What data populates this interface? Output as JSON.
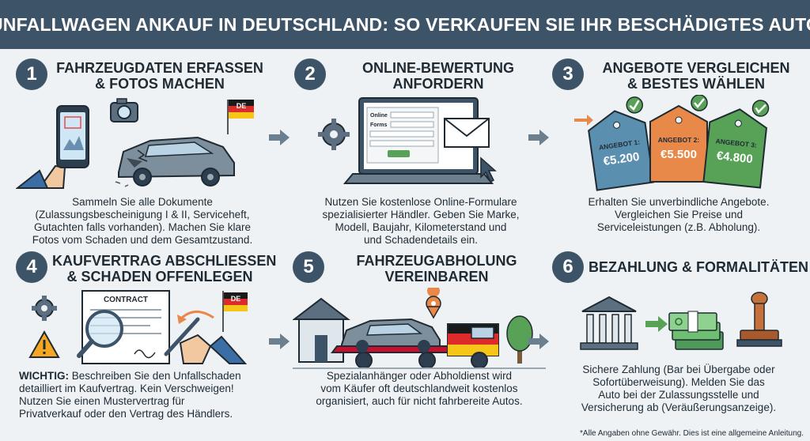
{
  "header": {
    "title": "‘UNFALLWAGEN ANKAUF IN DEUTSCHLAND: SO VERKAUFEN SIE IHR BESCHÄDIGTES AUTO’"
  },
  "steps": [
    {
      "number": "1",
      "title": [
        "FAHRZEUGDATEN ERFASSEN",
        "& FOTOS MACHEN"
      ],
      "desc": [
        "Sammeln Sie alle Dokumente",
        "(Zulassungsbescheinigung I & II, Serviceheft,",
        "Gutachten falls vorhanden). Machen Sie klare",
        "Fotos vom Schaden und dem Gesamtzustand."
      ],
      "flag_label": "DE"
    },
    {
      "number": "2",
      "title": [
        "ONLINE-BEWERTUNG",
        "ANFORDERN"
      ],
      "desc": [
        "Nutzen Sie kostenlose Online-Formulare",
        "spezialisierter Händler. Geben Sie Marke,",
        "Modell, Baujahr, Kilometerstand und",
        "und Schadendetails ein."
      ],
      "form_label_1": "Online",
      "form_label_2": "Forms"
    },
    {
      "number": "3",
      "title": [
        "ANGEBOTE VERGLEICHEN",
        "& BESTES WÄHLEN"
      ],
      "desc": [
        "Erhalten Sie unverbindliche Angebote.",
        "Vergleichen Sie Preise und",
        "Serviceleistungen (z.B. Abholung)."
      ],
      "tags": [
        {
          "label": "ANGEBOT 1:",
          "price": "€5.200",
          "color": "#5b8fb0"
        },
        {
          "label": "ANGEBOT 2:",
          "price": "€5.500",
          "color": "#e8894a"
        },
        {
          "label": "ANGEBOT 3:",
          "price": "€4.800",
          "color": "#58a257"
        }
      ]
    },
    {
      "number": "4",
      "title": [
        "KAUFVERTRAG ABSCHLIESSEN",
        "& SCHADEN OFFENLEGEN"
      ],
      "desc_bold": "WICHTIG:",
      "desc_first_rest": " Beschreiben Sie den Unfallschaden",
      "desc": [
        "detailliert im Kaufvertrag. Kein Verschweigen!",
        "Nutzen Sie einen Mustervertrag für",
        "Privatverkauf oder den Vertrag des Händlers."
      ],
      "contract_label": "CONTRACT",
      "flag_label": "DE"
    },
    {
      "number": "5",
      "title": [
        "FAHRZEUGABHOLUNG",
        "VEREINBAREN"
      ],
      "desc": [
        "Spezialanhänger oder Abholdienst wird",
        "vom Käufer oft deutschlandweit kostenlos",
        "organisiert, auch für nicht fahrbereite Autos."
      ]
    },
    {
      "number": "6",
      "title": [
        "BEZAHLUNG & FORMALITÄTEN"
      ],
      "desc": [
        "Sichere Zahlung (Bar bei Übergabe oder",
        "Sofortüberweisung). Melden Sie das",
        "Auto bei der Zulassungsstelle und",
        "Versicherung ab (Veräußerungsanzeige)."
      ]
    }
  ],
  "footnote": "*Alle Angaben ohne Gewähr. Dies ist eine allgemeine Anleitung.",
  "colors": {
    "header_bg": "#3d5468",
    "page_bg": "#eef2f5",
    "accent": "#3d5468",
    "arrow": "#6b7f8f"
  }
}
